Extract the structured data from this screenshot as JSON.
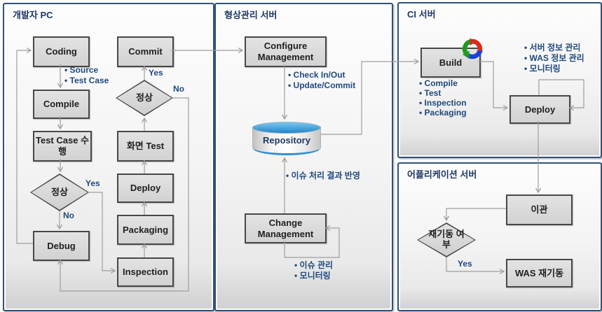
{
  "panels": {
    "developer": {
      "title": "개발자 PC"
    },
    "scm": {
      "title": "형상관리 서버"
    },
    "ci": {
      "title": "CI 서버"
    },
    "app": {
      "title": "어플리케이션 서버"
    }
  },
  "nodes": {
    "coding": "Coding",
    "compile": "Compile",
    "test_case_run": "Test Case 수행",
    "decision_normal_lower": "정상",
    "debug": "Debug",
    "inspection": "Inspection",
    "packaging": "Packaging",
    "deploy_dev": "Deploy",
    "screen_test": "화면 Test",
    "decision_normal_upper": "정상",
    "commit": "Commit",
    "configure_management": "Configure Management",
    "repository": "Repository",
    "change_management": "Change Management",
    "build": "Build",
    "deploy_ci": "Deploy",
    "migration": "이관",
    "decision_restart": "재기동 여부",
    "was_restart": "WAS 재기동"
  },
  "edge_labels": {
    "upper_yes": "Yes",
    "upper_no": "No",
    "lower_yes": "Yes",
    "lower_no": "No",
    "restart_yes": "Yes"
  },
  "annotations": {
    "coding_outputs": {
      "lines": [
        "• Source",
        "• Test Case"
      ]
    },
    "configure_ops": {
      "lines": [
        "• Check In/Out",
        "• Update/Commit"
      ]
    },
    "issue_reflect": {
      "lines": [
        "• 이슈 처리 결과 반영"
      ]
    },
    "issue_ops": {
      "lines": [
        "• 이슈 관리",
        "• 모니터링"
      ]
    },
    "build_tasks": {
      "lines": [
        "• Compile",
        "• Test",
        "• Inspection",
        "• Packaging"
      ]
    },
    "deploy_ops": {
      "lines": [
        "• 서버 정보 관리",
        "• WAS 정보 관리",
        "• 모니터링"
      ]
    }
  },
  "icons": {
    "build_refresh": "refresh-cycle"
  },
  "colors": {
    "panel_border": "#30517b",
    "title_text": "#1f3864",
    "annotation_text": "#1f497d",
    "connector_line": "#9e9e9e",
    "box_fill": "#d9d9d9",
    "box_border": "#474747",
    "repository_blue": "#2f8fd0",
    "icon_green": "#1e9b1e",
    "icon_red": "#d92b1f",
    "icon_blue": "#1940d9"
  }
}
